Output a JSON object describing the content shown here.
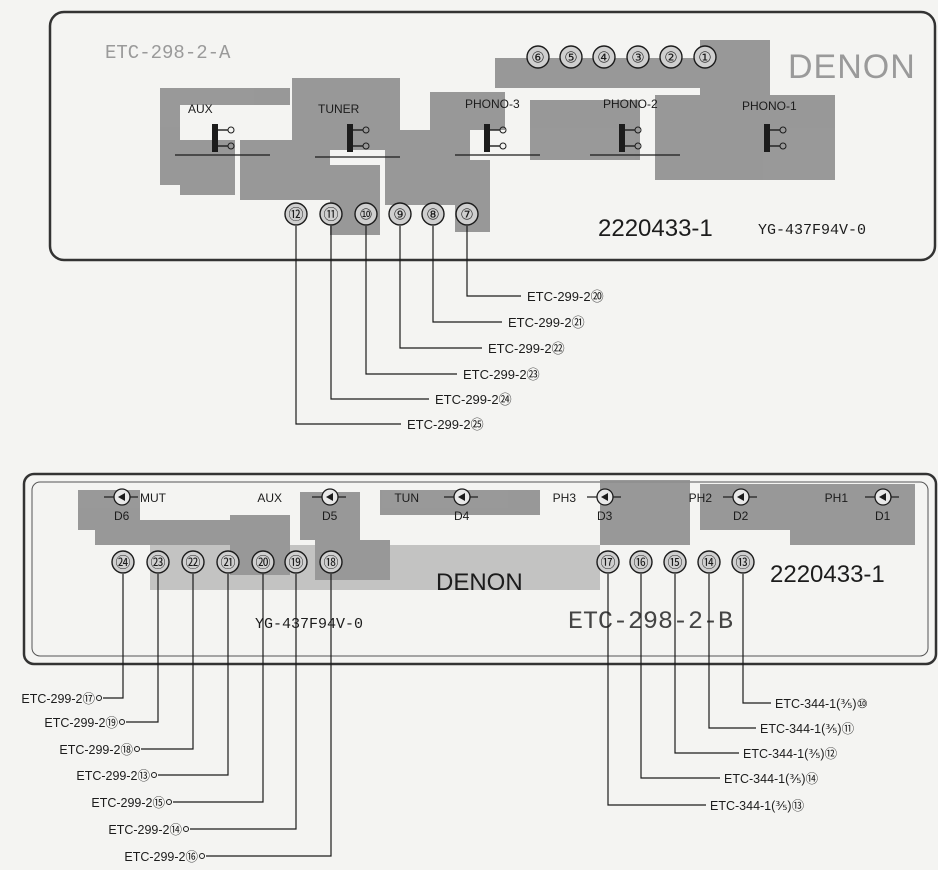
{
  "boards": [
    {
      "id": "A",
      "board_label": "ETC-298-2-A",
      "brand": "DENON",
      "part_number": "2220433-1",
      "rating": "YG-437F94V-0",
      "switches": [
        "AUX",
        "TUNER",
        "PHONO-3",
        "PHONO-2",
        "PHONO-1"
      ],
      "top_terminals": [
        "⑥",
        "⑤",
        "④",
        "③",
        "②",
        "①"
      ],
      "bottom_terminals": [
        "⑫",
        "⑪",
        "⑩",
        "⑨",
        "⑧",
        "⑦"
      ],
      "connections": [
        {
          "terminal": "⑦",
          "label": "ETC-299-2⑳"
        },
        {
          "terminal": "⑧",
          "label": "ETC-299-2㉑"
        },
        {
          "terminal": "⑨",
          "label": "ETC-299-2㉒"
        },
        {
          "terminal": "⑩",
          "label": "ETC-299-2㉓"
        },
        {
          "terminal": "⑪",
          "label": "ETC-299-2㉔"
        },
        {
          "terminal": "⑫",
          "label": "ETC-299-2㉕"
        }
      ]
    },
    {
      "id": "B",
      "board_label": "ETC-298-2-B",
      "brand": "DENON",
      "part_number": "2220433-1",
      "rating": "YG-437F94V-0",
      "leds": [
        {
          "label": "MUT",
          "ref": "D6"
        },
        {
          "label": "AUX",
          "ref": "D5"
        },
        {
          "label": "TUN",
          "ref": "D4"
        },
        {
          "label": "PH3",
          "ref": "D3"
        },
        {
          "label": "PH2",
          "ref": "D2"
        },
        {
          "label": "PH1",
          "ref": "D1"
        }
      ],
      "terminals": [
        "㉔",
        "㉓",
        "㉒",
        "㉑",
        "⑳",
        "⑲",
        "⑱",
        "⑰",
        "⑯",
        "⑮",
        "⑭",
        "⑬"
      ],
      "left_connections": [
        {
          "terminal": "㉔",
          "label": "ETC-299-2⑰"
        },
        {
          "terminal": "㉓",
          "label": "ETC-299-2⑲"
        },
        {
          "terminal": "㉒",
          "label": "ETC-299-2⑱"
        },
        {
          "terminal": "㉑",
          "label": "ETC-299-2⑬"
        },
        {
          "terminal": "⑳",
          "label": "ETC-299-2⑮"
        },
        {
          "terminal": "⑲",
          "label": "ETC-299-2⑭"
        },
        {
          "terminal": "⑱",
          "label": "ETC-299-2⑯"
        }
      ],
      "right_connections": [
        {
          "terminal": "⑬",
          "label": "ETC-344-1(⅗)⑩"
        },
        {
          "terminal": "⑭",
          "label": "ETC-344-1(⅗)⑪"
        },
        {
          "terminal": "⑮",
          "label": "ETC-344-1(⅗)⑫"
        },
        {
          "terminal": "⑯",
          "label": "ETC-344-1(⅗)⑭"
        },
        {
          "terminal": "⑰",
          "label": "ETC-344-1(⅗)⑬"
        }
      ]
    }
  ],
  "colors": {
    "paper": "#f4f4f2",
    "ink": "#1c1c1c",
    "copper": "#8f8f8f",
    "outline": "#333333"
  }
}
